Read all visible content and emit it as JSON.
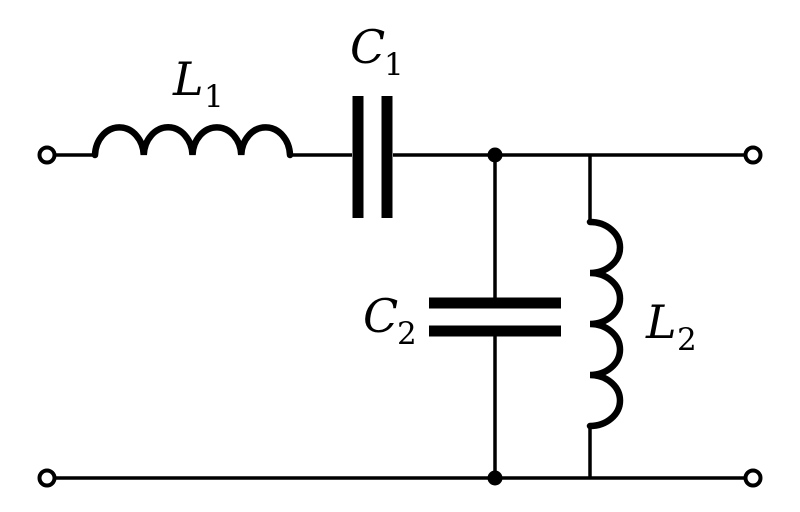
{
  "diagram": {
    "type": "circuit-schematic",
    "description": "LC ladder filter: series inductor L1 and capacitor C1 on the top rail, shunt capacitor C2 and shunt inductor L2 between the rails, open-circle terminals at all four corners",
    "colors": {
      "background": "#ffffff",
      "ink": "#000000"
    },
    "components": [
      {
        "id": "L1",
        "kind": "inductor",
        "label": "L",
        "subscript": "1",
        "placement": "series, top rail, left"
      },
      {
        "id": "C1",
        "kind": "capacitor",
        "label": "C",
        "subscript": "1",
        "placement": "series, top rail, middle"
      },
      {
        "id": "C2",
        "kind": "capacitor",
        "label": "C",
        "subscript": "2",
        "placement": "shunt, middle vertical branch"
      },
      {
        "id": "L2",
        "kind": "inductor",
        "label": "L",
        "subscript": "2",
        "placement": "shunt, right vertical branch"
      }
    ],
    "terminals": [
      {
        "id": "top-left"
      },
      {
        "id": "top-right"
      },
      {
        "id": "bottom-left"
      },
      {
        "id": "bottom-right"
      }
    ],
    "junctions": [
      {
        "id": "top-node"
      },
      {
        "id": "bottom-node"
      }
    ]
  }
}
